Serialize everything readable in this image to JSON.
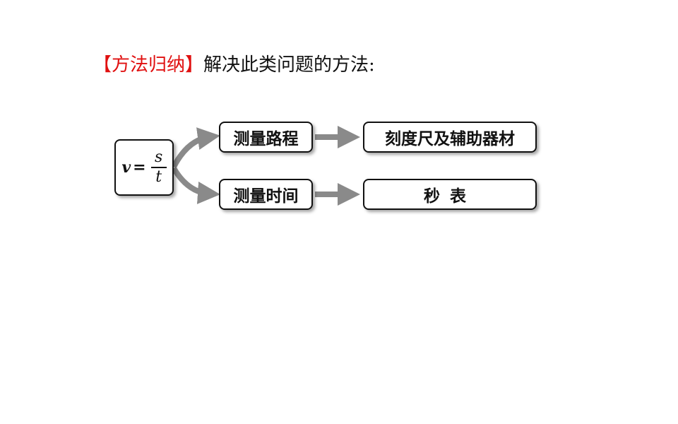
{
  "heading": {
    "tag": "【方法归纳】",
    "text": "解决此类问题的方法:"
  },
  "formula": {
    "lhs": "v",
    "equals": "=",
    "numerator": "s",
    "denominator": "t"
  },
  "boxes": {
    "measure_distance": "测量路程",
    "distance_tools": "刻度尺及辅助器材",
    "measure_time": "测量时间",
    "time_tools": "秒表"
  },
  "colors": {
    "tag": "#e01010",
    "arrow": "#8a8a8a",
    "text": "#111111"
  }
}
